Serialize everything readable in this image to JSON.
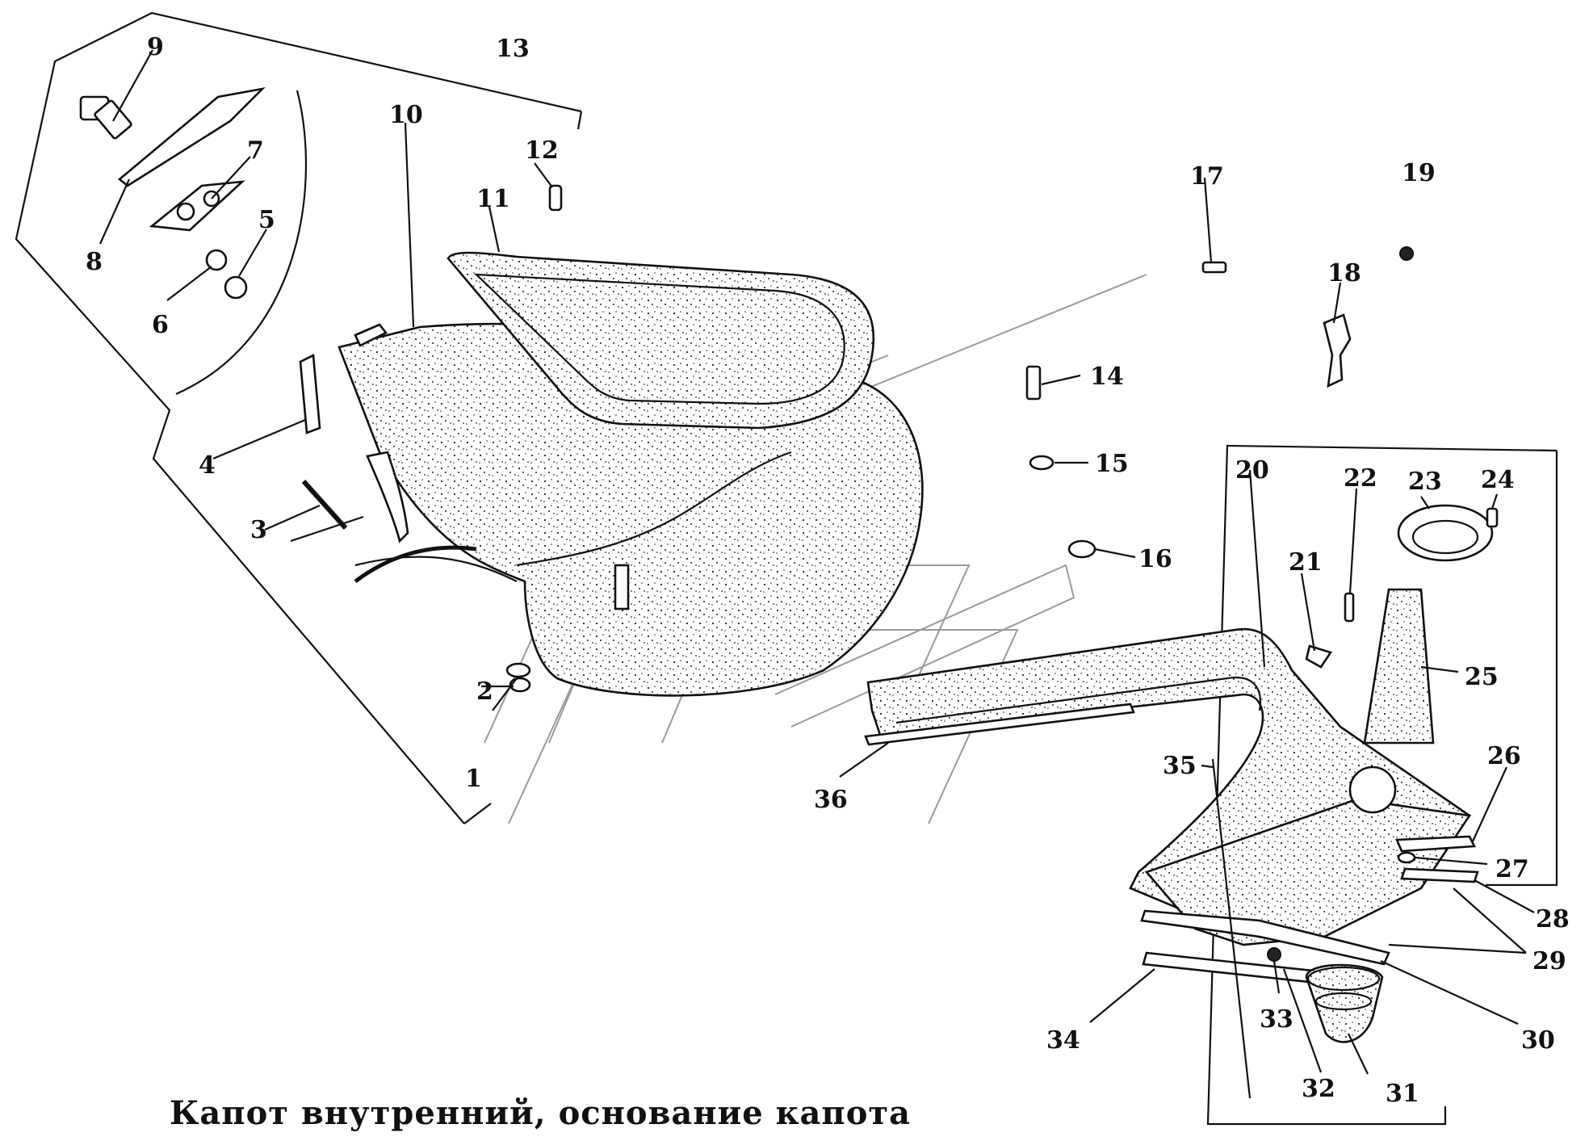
{
  "caption": "Капот внутренний, основание капота",
  "callouts": [
    "1",
    "2",
    "3",
    "4",
    "5",
    "6",
    "7",
    "8",
    "9",
    "10",
    "11",
    "12",
    "13",
    "14",
    "15",
    "16",
    "17",
    "18",
    "19",
    "20",
    "21",
    "22",
    "23",
    "24",
    "25",
    "26",
    "27",
    "28",
    "29",
    "30",
    "31",
    "32",
    "33",
    "34",
    "35",
    "36"
  ]
}
